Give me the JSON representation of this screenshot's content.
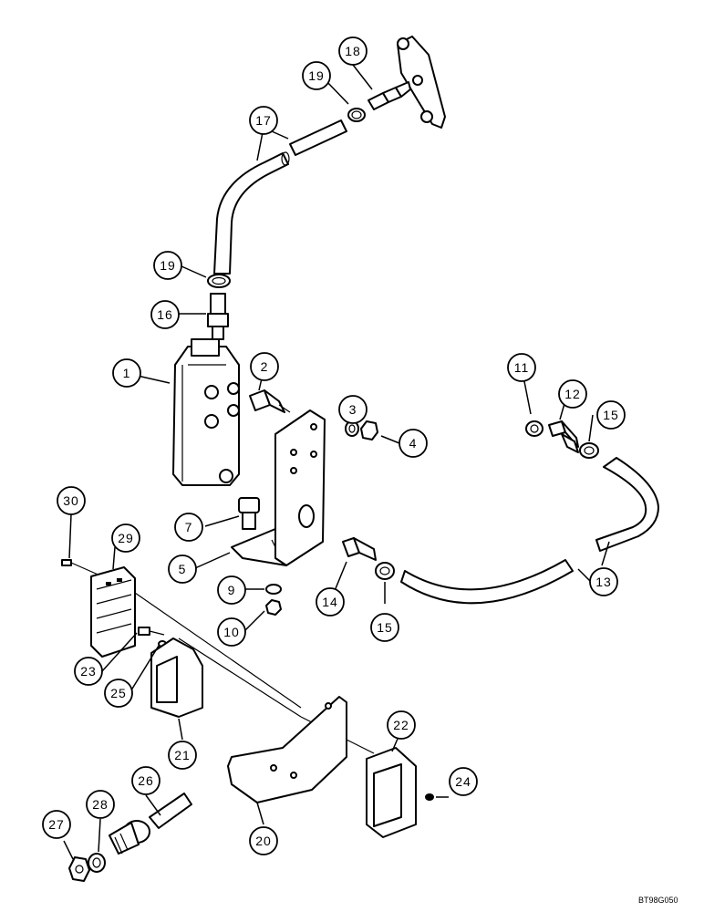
{
  "drawing_code": "BT98G050",
  "callouts": {
    "c1": "1",
    "c2": "2",
    "c3": "3",
    "c4": "4",
    "c5": "5",
    "c7": "7",
    "c9": "9",
    "c10": "10",
    "c11": "11",
    "c12": "12",
    "c13": "13",
    "c14": "14",
    "c15a": "15",
    "c15b": "15",
    "c16": "16",
    "c17": "17",
    "c18": "18",
    "c19a": "19",
    "c19b": "19",
    "c20": "20",
    "c21": "21",
    "c22": "22",
    "c23": "23",
    "c24": "24",
    "c25": "25",
    "c26": "26",
    "c27": "27",
    "c28": "28",
    "c29": "29",
    "c30": "30"
  }
}
